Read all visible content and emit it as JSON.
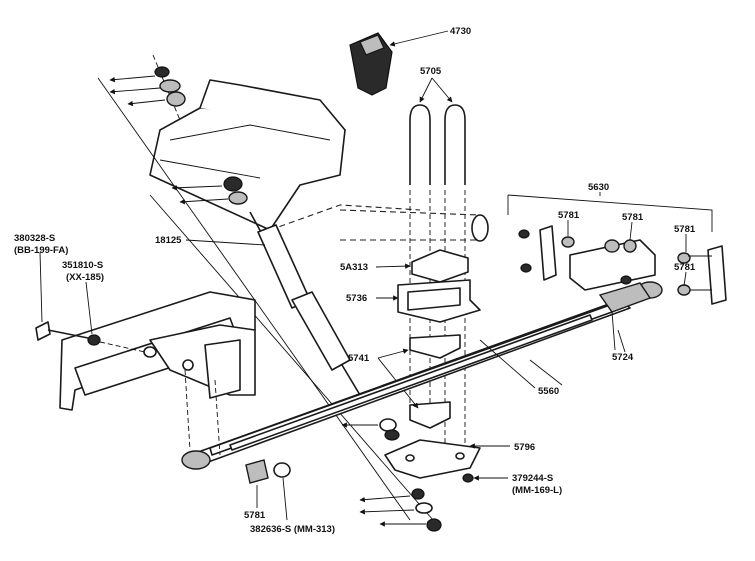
{
  "diagram": {
    "labels": {
      "p4730": "4730",
      "p5705": "5705",
      "p5630": "5630",
      "p5781a": "5781",
      "p5781b": "5781",
      "p5781c": "5781",
      "p5781d": "5781",
      "p5781e": "5781",
      "p18125": "18125",
      "p5a313": "5A313",
      "p5736": "5736",
      "p5741": "5741",
      "p5724": "5724",
      "p5560": "5560",
      "p5796": "5796",
      "p379244": "379244-S",
      "p379244code": "(MM-169-L)",
      "p380328": "380328-S",
      "p380328code": "(BB-199-FA)",
      "p351810": "351810-S",
      "p351810code": "(XX-185)",
      "p382636": "382636-S (MM-313)"
    }
  }
}
